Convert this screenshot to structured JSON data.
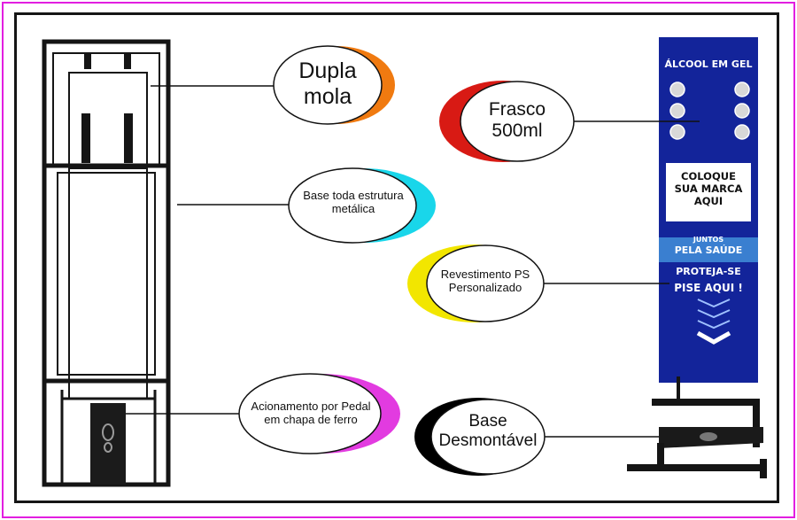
{
  "colors": {
    "border_magenta": "#e21ee0",
    "frame_dark": "#151515",
    "poster_blue": "#13249a",
    "poster_mid_blue": "#3a7fd0",
    "accent_orange": "#f07a10",
    "accent_red": "#d81a14",
    "accent_cyan": "#19d6ea",
    "accent_yellow": "#f2e600",
    "accent_magenta": "#e23be0",
    "accent_black": "#000000"
  },
  "callouts": {
    "dupla_mola": "Dupla mola",
    "frasco": "Frasco 500ml",
    "base_estrutura": "Base toda estrutura metálica",
    "revestimento": "Revestimento PS Personalizado",
    "acionamento": "Acionamento por Pedal em chapa de ferro",
    "base_desmontavel": "Base Desmontável"
  },
  "poster": {
    "title": "ÁLCOOL EM GEL",
    "brand_box": "COLOQUE SUA MARCA AQUI",
    "juntos": "JUNTOS",
    "pela_saude": "PELA SAÚDE",
    "proteja": "PROTEJA-SE",
    "pise": "PISE AQUI !"
  }
}
